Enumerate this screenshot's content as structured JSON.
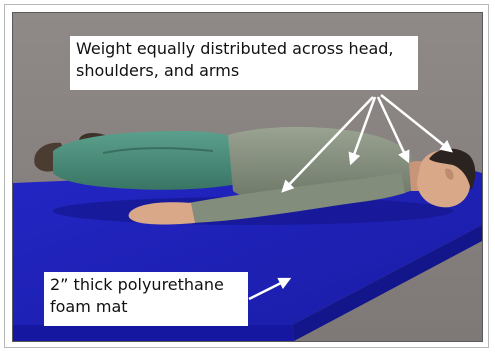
{
  "callouts": {
    "weight": {
      "line1": "Weight equally distributed across head,",
      "line2": "shoulders, and arms"
    },
    "mat": {
      "line1": "2” thick polyurethane",
      "line2": "foam mat"
    }
  },
  "colors": {
    "background": "#8a8482",
    "mat_top": "#1f22b8",
    "mat_side": "#13158a",
    "shirt": "#7f8b78",
    "pants": "#4d8f7d",
    "skin": "#d9a888",
    "hair": "#2b2320",
    "arrow": "#ffffff"
  }
}
